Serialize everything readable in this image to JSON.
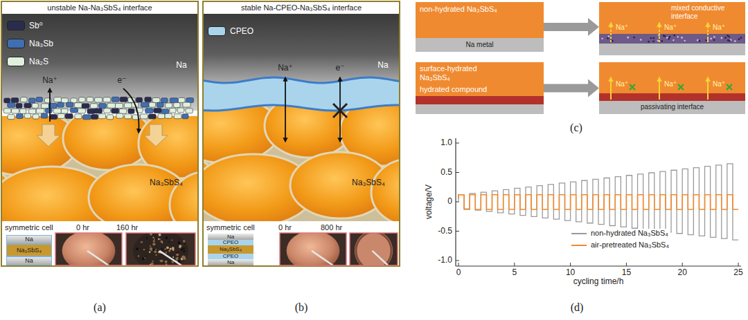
{
  "diagram": {
    "nodes": [
      {
        "text": [
          "Na"
        ]
      },
      {
        "text": [
          "Na₃SbS₄"
        ]
      },
      {
        "text": [
          "Na"
        ]
      },
      {
        "text": [
          "Na"
        ]
      },
      {
        "text": [
          "CPEO"
        ]
      },
      {
        "text": [
          "Na₃SbS₄"
        ]
      },
      {
        "text": [
          "CPEO"
        ]
      },
      {
        "text": [
          "Na"
        ]
      },
      {
        "text": [
          "non-hydrated Na₃SbS₄"
        ]
      },
      {
        "text": [
          "Na metal"
        ],
        "in": 8
      },
      {
        "text": [
          "mixed conductive interface",
          "Na⁺",
          "Na⁺",
          "Na⁺"
        ]
      },
      {
        "text": [
          "surface-hydrated Na₃SbS₄",
          "hydrated compound"
        ]
      },
      {
        "text": [
          "passivating interface",
          "Na⁺",
          "Na⁺",
          "Na⁺"
        ]
      }
    ],
    "edges": [
      {
        "from": 8,
        "to": 10,
        "arrow": "to"
      },
      {
        "from": 11,
        "to": 12,
        "arrow": "to"
      }
    ],
    "labels": [
      "unstable Na-Na₃SbS₄ interface",
      "Na⁺",
      "e⁻",
      "Na",
      "Na₃SbS₄",
      "symmetric cell",
      "0 hr",
      "160 hr",
      "(a)",
      "stable Na-CPEO-Na₃SbS₄ interface",
      "Na⁺",
      "e⁻",
      "Na",
      "Na₃SbS₄",
      "symmetric cell",
      "0 hr",
      "800 hr",
      "(b)",
      "(c)",
      "1.0",
      "0.5",
      "0",
      "-0.5",
      "-1.0",
      "0",
      "5",
      "10",
      "15",
      "20",
      "25",
      "voltage/V",
      "cycling time/h",
      "(d)"
    ],
    "legend": [
      {
        "text": "Sb⁰",
        "color": "#2a2c4e"
      },
      {
        "text": "Na₃Sb",
        "color": "#3f6fb0"
      },
      {
        "text": "Na₂S",
        "color": "#dff0dc"
      },
      {
        "text": "CPEO",
        "color": "#a9d4ec"
      },
      {
        "text": "non-hydrated Na₃SbS₄"
      },
      {
        "text": "air-pretreated Na₃SbS₄"
      }
    ]
  }
}
